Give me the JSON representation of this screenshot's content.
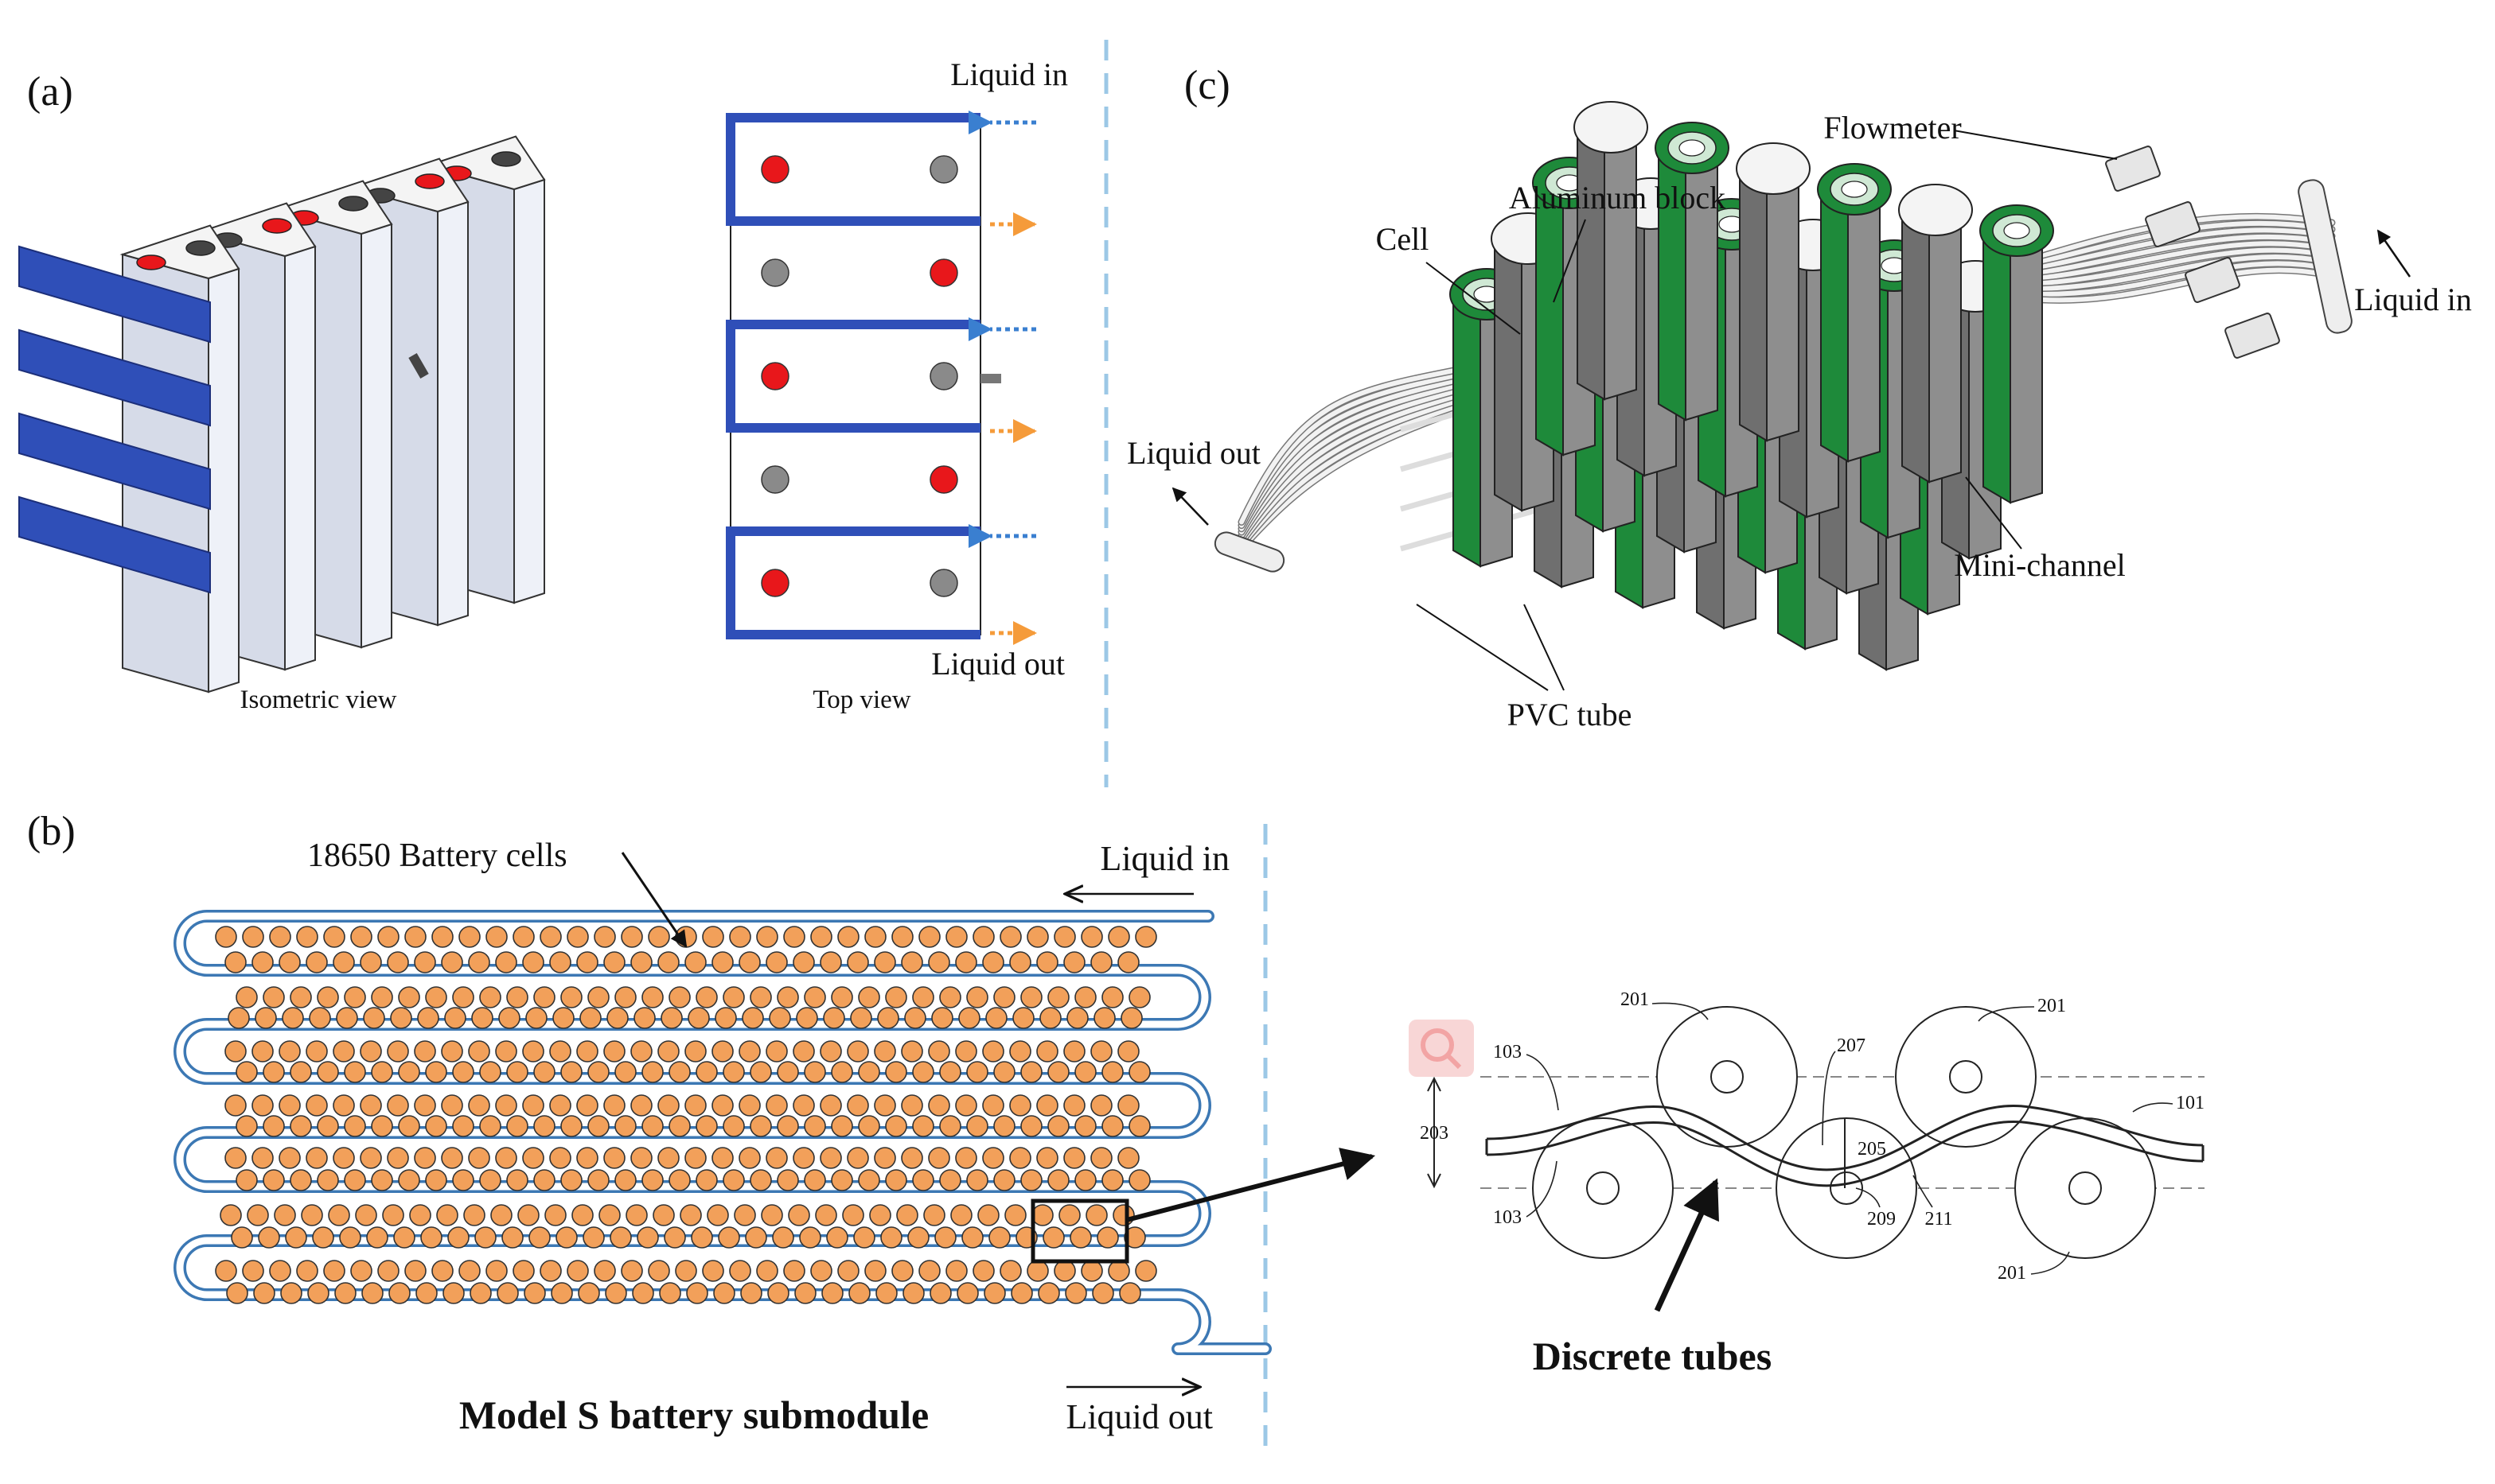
{
  "panels": {
    "a": {
      "label": "(a)",
      "iso_caption": "Isometric view",
      "top_caption": "Top view",
      "liquid_in": "Liquid in",
      "liquid_out": "Liquid out"
    },
    "b": {
      "label": "(b)",
      "cells_label": "18650 Battery cells",
      "liquid_in": "Liquid in",
      "liquid_out": "Liquid out",
      "title": "Model S battery submodule",
      "detail_title": "Discrete tubes",
      "refs": {
        "r101": "101",
        "r103": "103",
        "r201": "201",
        "r203": "203",
        "r205": "205",
        "r207": "207",
        "r209": "209",
        "r211": "211"
      }
    },
    "c": {
      "label": "(c)",
      "flowmeter": "Flowmeter",
      "aluminum_block": "Aluminum block",
      "cell": "Cell",
      "liquid_in": "Liquid in",
      "liquid_out": "Liquid out",
      "mini_channel": "Mini-channel",
      "pvc_tube": "PVC tube"
    }
  },
  "colors": {
    "channel_blue": "#2f4fb8",
    "cell_red": "#e8171b",
    "cell_grey": "#8a8a8a",
    "inlet_arrow_blue": "#3a7fd0",
    "outlet_arrow_orange": "#f59b3a",
    "submodule_cell_orange": "#f2a05a",
    "serpentine_blue": "#3c78b4",
    "divider_blue": "#9cc8e6",
    "block_green": "#1e8a3a",
    "block_grey": "#8e8e8e"
  }
}
